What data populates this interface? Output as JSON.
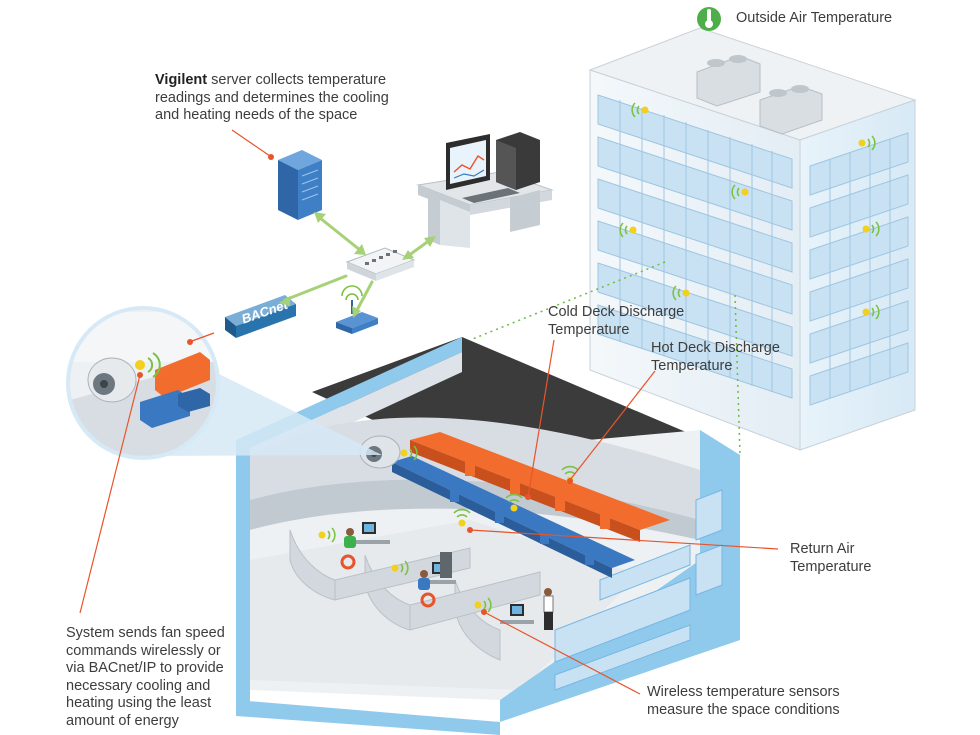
{
  "colors": {
    "accent_orange": "#e8542b",
    "sensor_green": "#7cc242",
    "sensor_yellow": "#f2d01c",
    "window_blue": "#c4e0f2",
    "building_blue": "#8fc9ec",
    "roof_dark": "#3a3a3a",
    "duct_orange": "#f26d2d",
    "duct_blue": "#3b78c2",
    "server_blue": "#3f7fc6"
  },
  "icons": [
    "thermometer-icon",
    "wireless-signal-icon",
    "server-icon",
    "network-switch-icon",
    "workstation-icon",
    "wireless-router-icon",
    "bacnet-device-icon",
    "fan-icon"
  ],
  "labels": {
    "outside_air": "Outside Air Temperature",
    "vigilent_bold": "Vigilent",
    "vigilent_rest": " server collects temperature\nreadings and determines the cooling\nand heating needs of the space",
    "cold_deck": "Cold Deck Discharge\nTemperature",
    "hot_deck": "Hot Deck Discharge\nTemperature",
    "return_air": "Return Air\nTemperature",
    "system": "System sends fan speed\ncommands wirelessly or\nvia BACnet/IP to provide\nnecessary cooling and\nheating using the least\namount of energy",
    "wireless": "Wireless temperature sensors\nmeasure the space conditions",
    "bacnet_logo": "BACnet"
  }
}
